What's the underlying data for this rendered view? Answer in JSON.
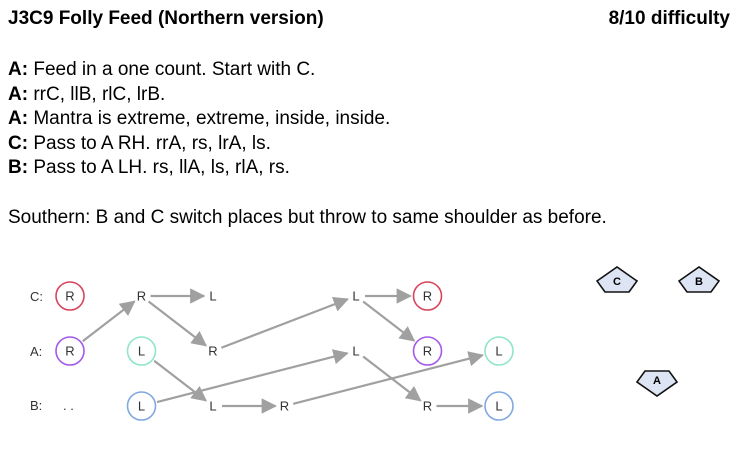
{
  "header": {
    "title": "J3C9  Folly Feed (Northern version)",
    "difficulty": "8/10 difficulty"
  },
  "instructions": [
    {
      "who": "A:",
      "text": " Feed in a one count. Start with C."
    },
    {
      "who": "A:",
      "text": " rrC, llB, rlC, lrB."
    },
    {
      "who": "A:",
      "text": " Mantra is extreme, extreme, inside, inside."
    },
    {
      "who": "C:",
      "text": " Pass to A RH.  rrA, rs, lrA, ls."
    },
    {
      "who": "B:",
      "text": " Pass to A LH.  rs, llA, ls, rlA, rs."
    }
  ],
  "southern_note": "Southern: B and C switch places but throw to same shoulder as before.",
  "diagram": {
    "row_labels": [
      "C:",
      "A:",
      "B:"
    ],
    "b_row_start": ". .",
    "colors": {
      "red": "#d9435a",
      "purple": "#a458e8",
      "teal": "#8fe6c6",
      "blue": "#7fa8e0",
      "arrow": "#a0a0a0"
    },
    "beats": [
      {
        "row": 0,
        "step": 0,
        "label": "R",
        "ring": "red"
      },
      {
        "row": 0,
        "step": 1,
        "label": "R",
        "ring": null
      },
      {
        "row": 0,
        "step": 2,
        "label": "L",
        "ring": null
      },
      {
        "row": 0,
        "step": 4,
        "label": "L",
        "ring": null
      },
      {
        "row": 0,
        "step": 5,
        "label": "R",
        "ring": "red"
      },
      {
        "row": 1,
        "step": 0,
        "label": "R",
        "ring": "purple"
      },
      {
        "row": 1,
        "step": 1,
        "label": "L",
        "ring": "teal"
      },
      {
        "row": 1,
        "step": 2,
        "label": "R",
        "ring": null
      },
      {
        "row": 1,
        "step": 4,
        "label": "L",
        "ring": null
      },
      {
        "row": 1,
        "step": 5,
        "label": "R",
        "ring": "purple"
      },
      {
        "row": 1,
        "step": 6,
        "label": "L",
        "ring": "teal"
      },
      {
        "row": 2,
        "step": 1,
        "label": "L",
        "ring": "blue"
      },
      {
        "row": 2,
        "step": 2,
        "label": "L",
        "ring": null
      },
      {
        "row": 2,
        "step": 3,
        "label": "R",
        "ring": null
      },
      {
        "row": 2,
        "step": 5,
        "label": "R",
        "ring": null
      },
      {
        "row": 2,
        "step": 6,
        "label": "L",
        "ring": "blue"
      }
    ],
    "arrows": [
      {
        "from": [
          1,
          0
        ],
        "to": [
          0,
          1
        ]
      },
      {
        "from": [
          0,
          1
        ],
        "to": [
          1,
          2
        ]
      },
      {
        "from": [
          0,
          1
        ],
        "to": [
          0,
          2
        ]
      },
      {
        "from": [
          1,
          1
        ],
        "to": [
          2,
          2
        ]
      },
      {
        "from": [
          1,
          2
        ],
        "to": [
          0,
          4
        ]
      },
      {
        "from": [
          2,
          1
        ],
        "to": [
          1,
          4
        ]
      },
      {
        "from": [
          2,
          2
        ],
        "to": [
          2,
          3
        ]
      },
      {
        "from": [
          0,
          4
        ],
        "to": [
          0,
          5
        ]
      },
      {
        "from": [
          0,
          4
        ],
        "to": [
          1,
          5
        ]
      },
      {
        "from": [
          1,
          4
        ],
        "to": [
          2,
          5
        ]
      },
      {
        "from": [
          2,
          3
        ],
        "to": [
          1,
          6
        ]
      },
      {
        "from": [
          2,
          5
        ],
        "to": [
          2,
          6
        ]
      }
    ]
  },
  "positions": [
    {
      "label": "C"
    },
    {
      "label": "B"
    },
    {
      "label": "A"
    }
  ]
}
